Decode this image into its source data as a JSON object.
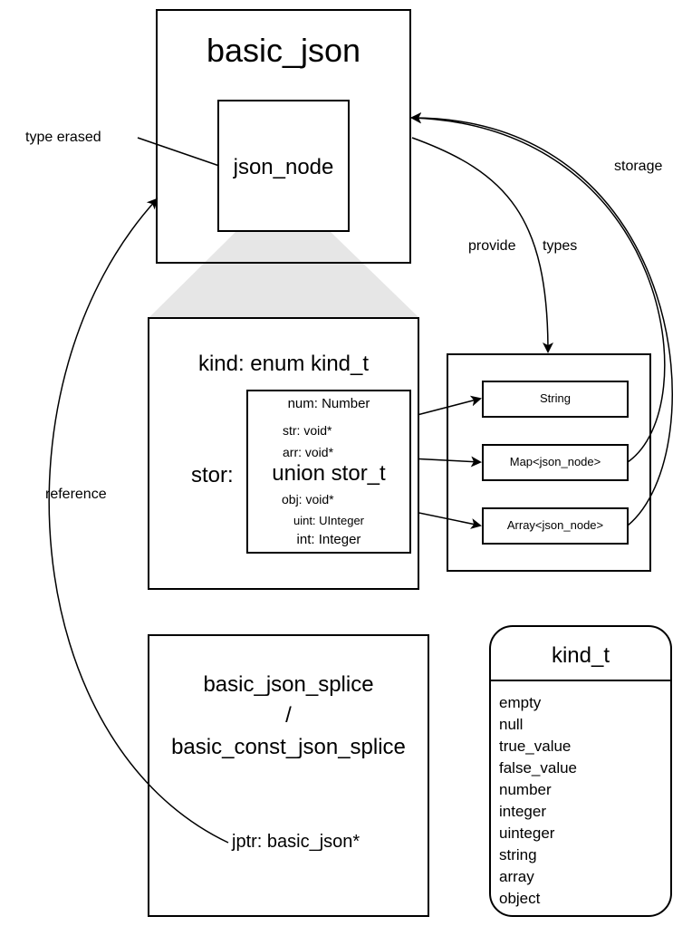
{
  "basic_json": {
    "title": "basic_json",
    "node": "json_node"
  },
  "labels": {
    "type_erased": "type erased",
    "storage": "storage",
    "provide": "provide",
    "types": "types",
    "reference": "reference"
  },
  "json_node_detail": {
    "kind": "kind: enum kind_t",
    "stor_prefix": "stor:",
    "stor_type": "union stor_t",
    "members": [
      "num: Number",
      "str: void*",
      "arr: void*",
      "obj: void*",
      "uint: UInteger",
      "int: Integer"
    ]
  },
  "types_box": {
    "string": "String",
    "map": "Map<json_node>",
    "array": "Array<json_node>"
  },
  "splice": {
    "line1": "basic_json_splice",
    "line2": "/",
    "line3": "basic_const_json_splice",
    "jptr": "jptr: basic_json*"
  },
  "kind_t": {
    "title": "kind_t",
    "values": [
      "empty",
      "null",
      "true_value",
      "false_value",
      "number",
      "integer",
      "uinteger",
      "string",
      "array",
      "object"
    ]
  }
}
